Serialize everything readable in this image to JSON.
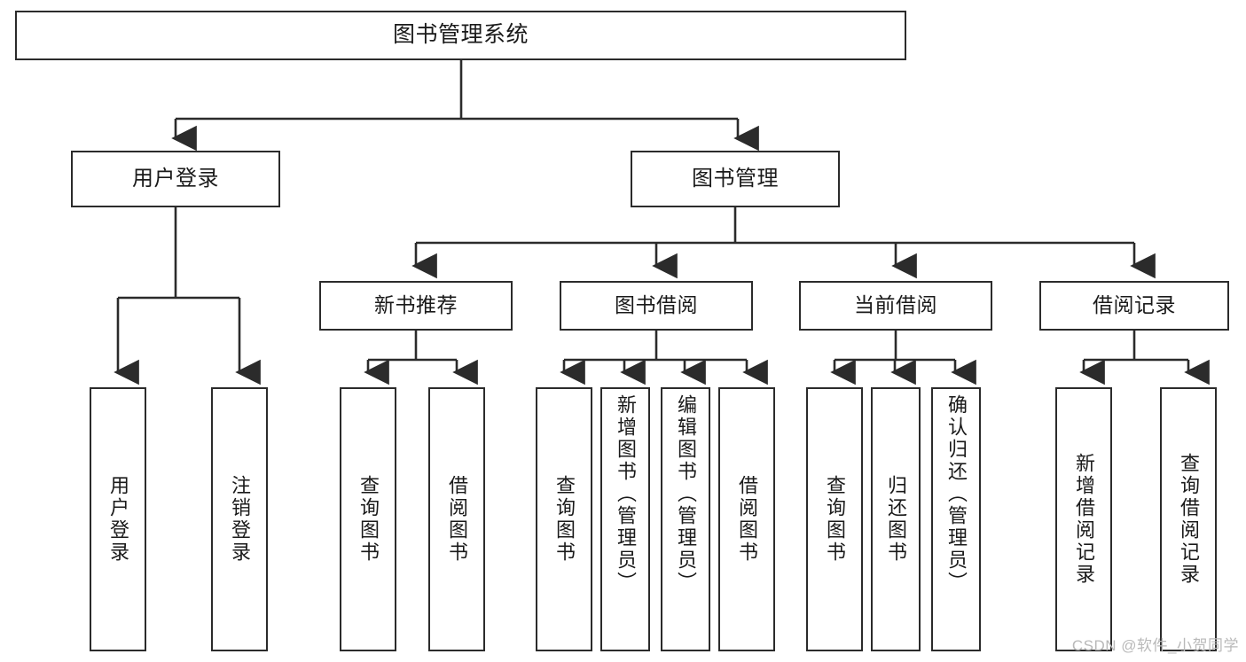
{
  "diagram": {
    "title": "图书管理系统",
    "type": "tree",
    "root": {
      "label": "图书管理系统",
      "id": "root"
    },
    "level2": [
      {
        "id": "user-login",
        "label": "用户登录"
      },
      {
        "id": "book-manage",
        "label": "图书管理"
      }
    ],
    "level3": [
      {
        "id": "new-book-rec",
        "label": "新书推荐",
        "parent": "book-manage"
      },
      {
        "id": "book-borrow",
        "label": "图书借阅",
        "parent": "book-manage"
      },
      {
        "id": "current-borrow",
        "label": "当前借阅",
        "parent": "book-manage"
      },
      {
        "id": "borrow-record",
        "label": "借阅记录",
        "parent": "book-manage"
      }
    ],
    "leaves": [
      {
        "id": "leaf-user-login",
        "label": "用户登录",
        "parent": "user-login",
        "align": "mid"
      },
      {
        "id": "leaf-logout-login",
        "label": "注销登录",
        "parent": "user-login",
        "align": "mid"
      },
      {
        "id": "leaf-query-book-1",
        "label": "查询图书",
        "parent": "new-book-rec",
        "align": "mid"
      },
      {
        "id": "leaf-borrow-book-1",
        "label": "借阅图书",
        "parent": "new-book-rec",
        "align": "mid"
      },
      {
        "id": "leaf-query-book-2",
        "label": "查询图书",
        "parent": "book-borrow",
        "align": "mid"
      },
      {
        "id": "leaf-add-book-admin",
        "label": "新增图书（管理员）",
        "parent": "book-borrow",
        "align": "top"
      },
      {
        "id": "leaf-edit-book-admin",
        "label": "编辑图书（管理员）",
        "parent": "book-borrow",
        "align": "top"
      },
      {
        "id": "leaf-borrow-book-2",
        "label": "借阅图书",
        "parent": "book-borrow",
        "align": "mid"
      },
      {
        "id": "leaf-query-book-3",
        "label": "查询图书",
        "parent": "current-borrow",
        "align": "mid"
      },
      {
        "id": "leaf-return-book",
        "label": "归还图书",
        "parent": "current-borrow",
        "align": "mid"
      },
      {
        "id": "leaf-confirm-return-admin",
        "label": "确认归还（管理员）",
        "parent": "current-borrow",
        "align": "top"
      },
      {
        "id": "leaf-add-borrow-record",
        "label": "新增借阅记录",
        "parent": "borrow-record",
        "align": "mid"
      },
      {
        "id": "leaf-query-borrow-record",
        "label": "查询借阅记录",
        "parent": "borrow-record",
        "align": "mid"
      }
    ],
    "watermark": "CSDN @软件_小贺同学",
    "colors": {
      "stroke": "#2b2b2b",
      "fill": "#ffffff",
      "text": "#1a1a1a",
      "watermark": "#b9b9b9"
    }
  }
}
